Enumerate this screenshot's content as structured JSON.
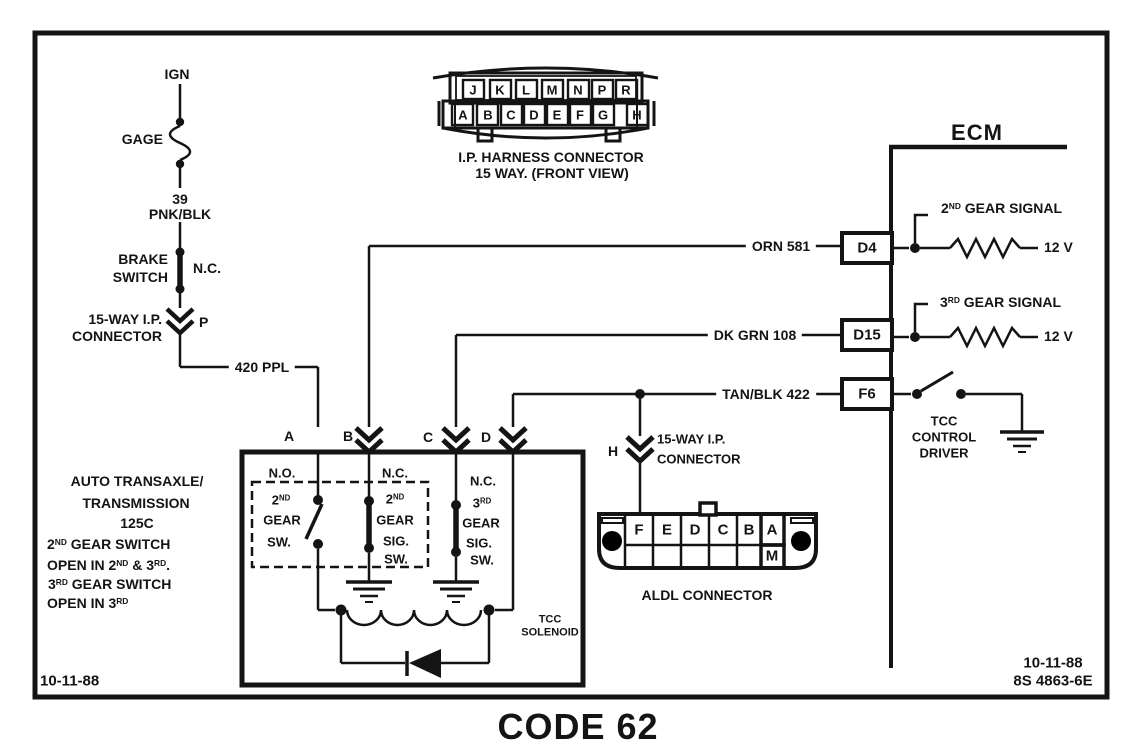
{
  "page": {
    "code_title": "CODE 62",
    "date_left": "10-11-88",
    "date_right": "10-11-88",
    "doc_number": "8S 4863-6E"
  },
  "colors": {
    "ink": "#141414",
    "paper": "#ffffff"
  },
  "feed_circuit": {
    "source": "IGN",
    "fuse_name": "GAGE",
    "circuit_number": "39",
    "wire_color": "PNK/BLK",
    "brake_line1": "BRAKE",
    "brake_line2": "SWITCH",
    "brake_state": "N.C.",
    "connector_line1": "15-WAY I.P.",
    "connector_line2": "CONNECTOR",
    "pin": "P",
    "wire_label": "420 PPL"
  },
  "ip_harness": {
    "caption_line1": "I.P. HARNESS CONNECTOR",
    "caption_line2": "15 WAY. (FRONT VIEW)",
    "top_row": [
      "J",
      "K",
      "L",
      "M",
      "N",
      "P",
      "R"
    ],
    "bottom_row": [
      "A",
      "B",
      "C",
      "D",
      "E",
      "F",
      "G",
      "H"
    ]
  },
  "ecm": {
    "title": "ECM",
    "pin_d4": "D4",
    "pin_d15": "D15",
    "pin_f6": "F6",
    "wire_d4": "ORN 581",
    "wire_d15": "DK GRN 108",
    "wire_f6": "TAN/BLK 422",
    "signal2": {
      "num": "2",
      "sup": "ND",
      "rest": " GEAR SIGNAL"
    },
    "signal2_voltage": "12 V",
    "signal3": {
      "num": "3",
      "sup": "RD",
      "rest": " GEAR SIGNAL"
    },
    "signal3_voltage": "12 V",
    "driver_line1": "TCC",
    "driver_line2": "CONTROL",
    "driver_line3": "DRIVER"
  },
  "transaxle": {
    "pin_a": "A",
    "pin_b": "B",
    "pin_c": "C",
    "pin_d": "D",
    "switch_a": {
      "state": "N.O.",
      "num": "2",
      "sup": "ND",
      "line2": "GEAR",
      "line3": "SW."
    },
    "switch_b": {
      "state": "N.C.",
      "num": "2",
      "sup": "ND",
      "line2": "GEAR",
      "line3": "SIG.",
      "line4": "SW."
    },
    "switch_c": {
      "state": "N.C.",
      "num": "3",
      "sup": "RD",
      "line2": "GEAR",
      "line3": "SIG.",
      "line4": "SW."
    },
    "solenoid_line1": "TCC",
    "solenoid_line2": "SOLENOID",
    "notes": {
      "line1": "AUTO TRANSAXLE/",
      "line2": "TRANSMISSION",
      "line3": "125C",
      "line4": {
        "a": "2",
        "s1": "ND",
        "b": " GEAR SWITCH"
      },
      "line5": {
        "a": "OPEN IN 2",
        "s1": "ND",
        "b": " & 3",
        "s2": "RD",
        "c": "."
      },
      "line6": {
        "a": "3",
        "s1": "RD",
        "b": " GEAR SWITCH"
      },
      "line7": {
        "a": "OPEN IN 3",
        "s1": "RD"
      }
    }
  },
  "aldl": {
    "pin_h": "H",
    "connector_line1": "15-WAY I.P.",
    "connector_line2": "CONNECTOR",
    "top_pins": [
      "F",
      "E",
      "D",
      "C",
      "B",
      "A"
    ],
    "pin_m": "M",
    "caption": "ALDL CONNECTOR"
  }
}
